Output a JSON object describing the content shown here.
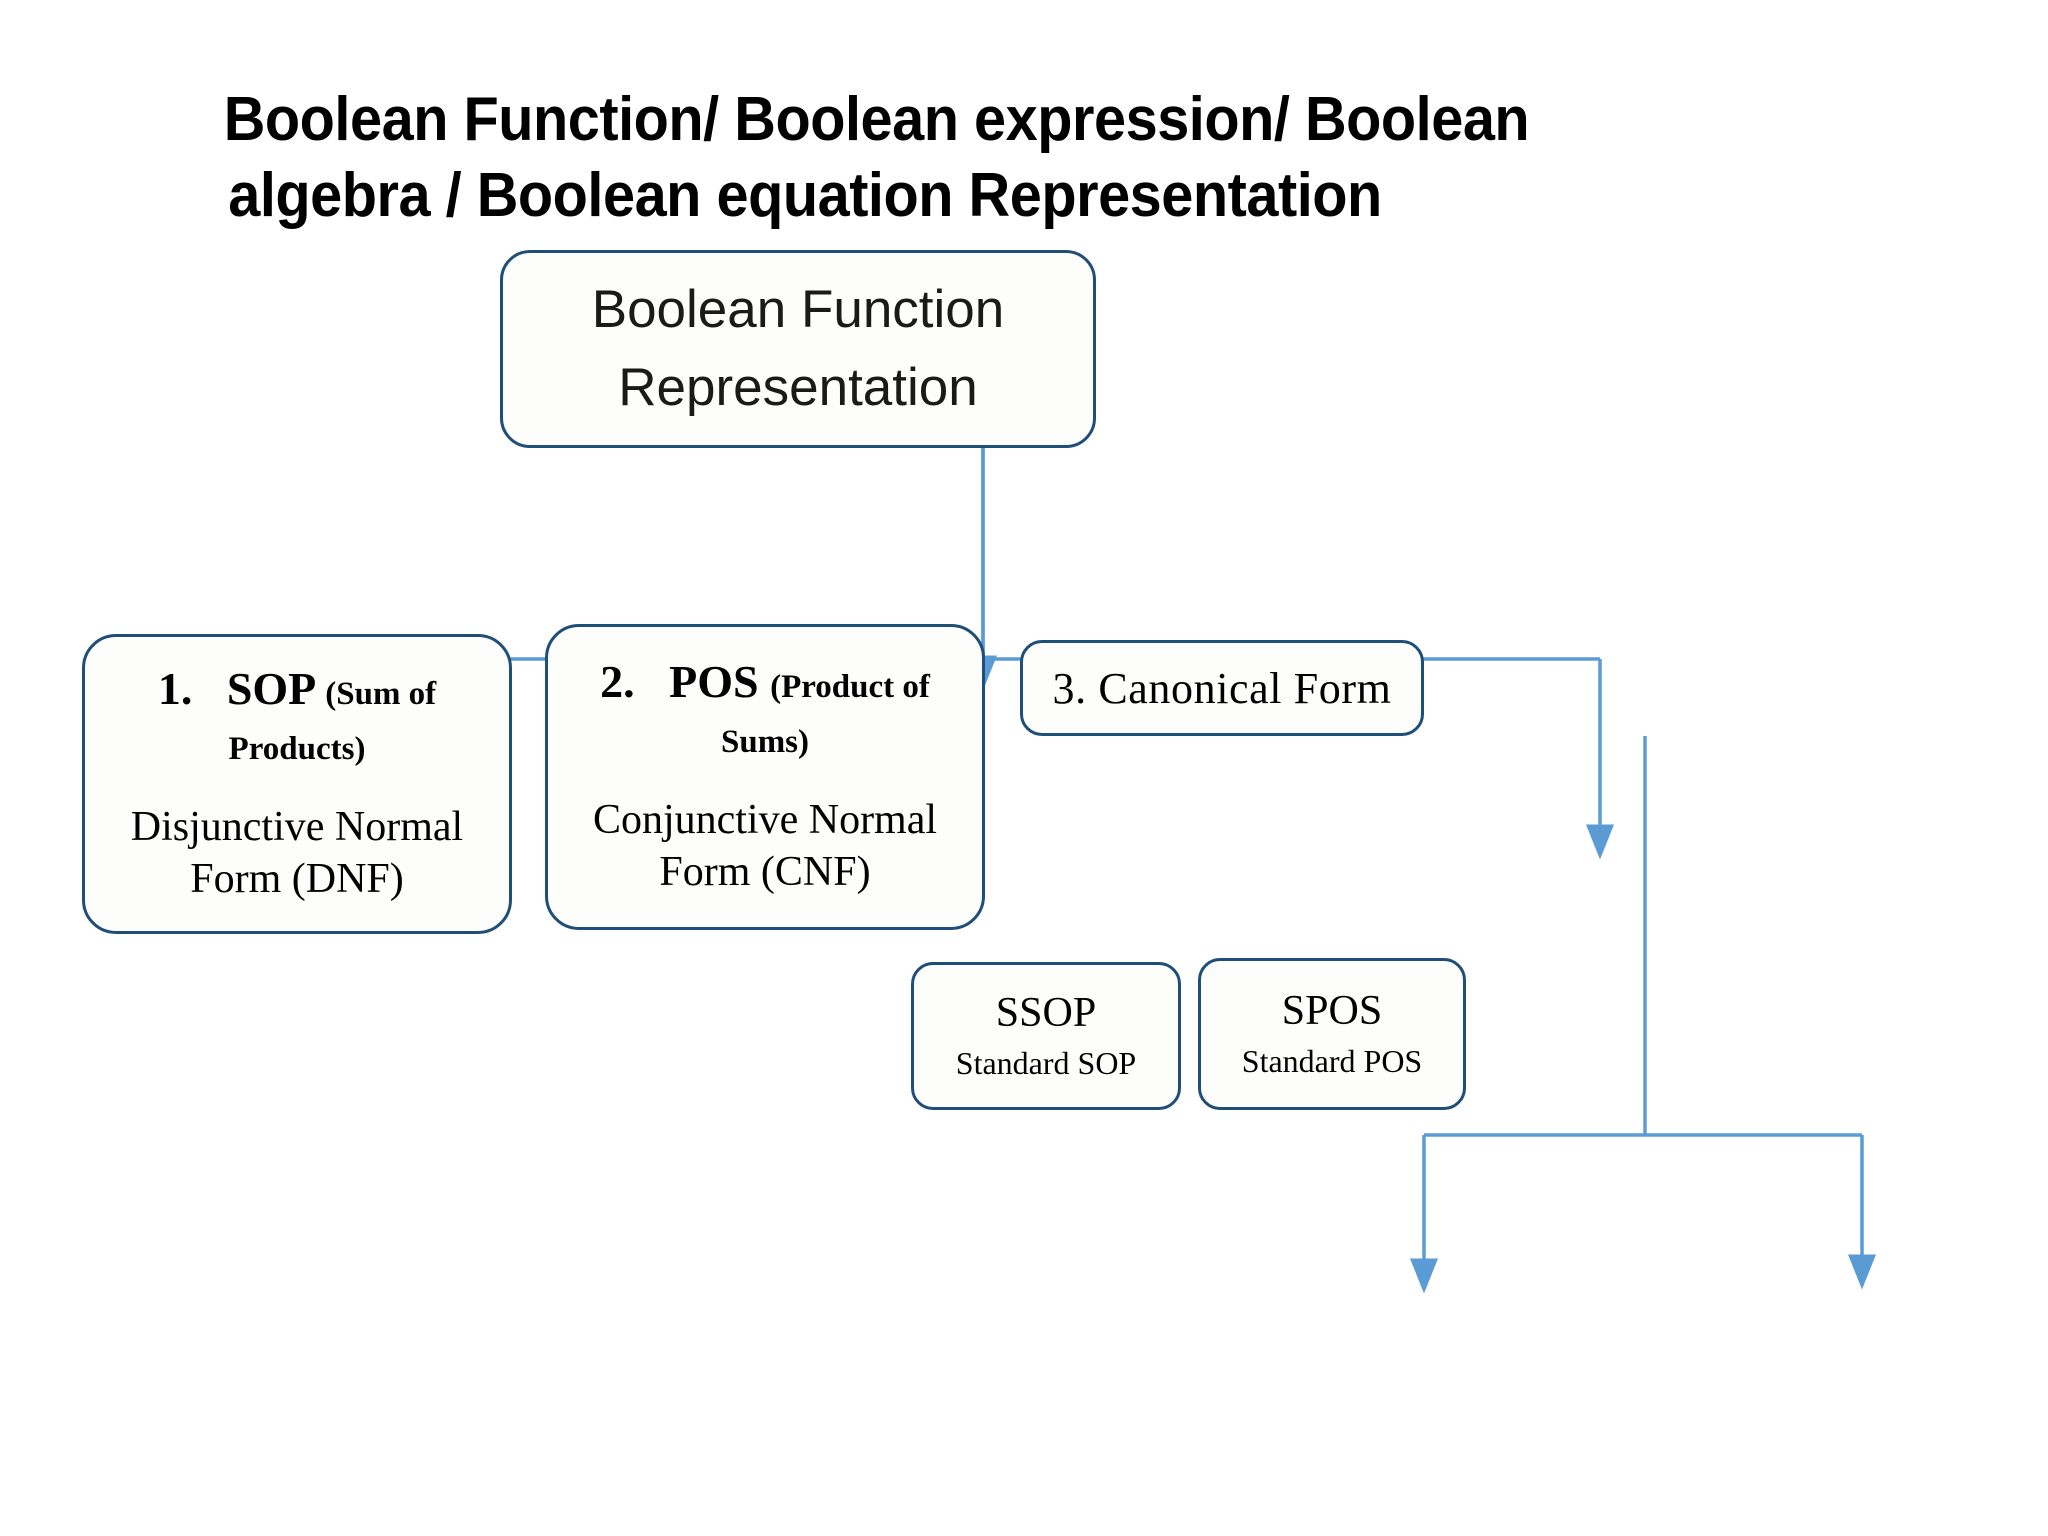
{
  "title": {
    "line1": "Boolean Function/ Boolean expression/ Boolean",
    "line2": "algebra / Boolean equation Representation"
  },
  "colors": {
    "box_border": "#1F4E79",
    "connector": "#5B9BD5",
    "background": "#FFFFFF",
    "text": "#000000"
  },
  "diagram": {
    "type": "tree",
    "root": {
      "id": "boolean-function-representation",
      "line1": "Boolean Function",
      "line2": "Representation"
    },
    "children": [
      {
        "id": "sop",
        "index": "1.",
        "abbrev": "SOP",
        "expansion": "(Sum of Products)",
        "header": "1.  SOP (Sum of Products)",
        "subtitle": "Disjunctive Normal Form (DNF)",
        "subtitle_line1": "Disjunctive Normal",
        "subtitle_line2": "Form (DNF)"
      },
      {
        "id": "pos",
        "index": "2.",
        "abbrev": "POS",
        "expansion": "(Product of Sums)",
        "header": "2. POS (Product of Sums)",
        "subtitle": "Conjunctive Normal Form (CNF)",
        "subtitle_line1": "Conjunctive Normal",
        "subtitle_line2": "Form (CNF)"
      },
      {
        "id": "canonical-form",
        "index": "3.",
        "header": "3. Canonical Form",
        "children": [
          {
            "id": "ssop",
            "title": "SSOP",
            "subtitle": "Standard SOP"
          },
          {
            "id": "spos",
            "title": "SPOS",
            "subtitle": "Standard POS"
          }
        ]
      }
    ]
  }
}
